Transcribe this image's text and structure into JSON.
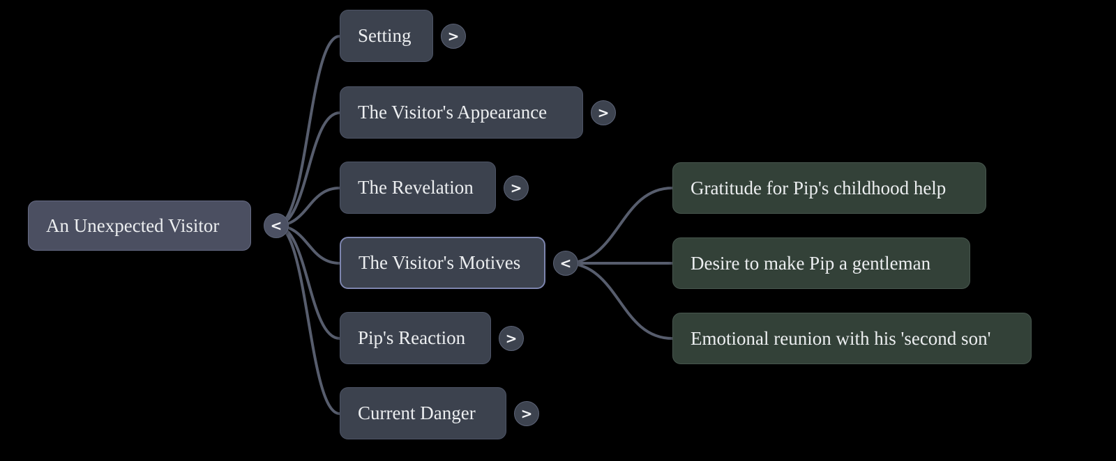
{
  "colors": {
    "bg": "#000000",
    "root-fill": "#4b4f61",
    "root-border": "#666b85",
    "branch-fill": "#3c424e",
    "branch-border": "#4d5466",
    "selected-border": "#7d85ae",
    "leaf-fill": "#334138",
    "leaf-border": "#47564e",
    "link": "#575d6d",
    "text": "#eceef0",
    "toggle-glyph": "#f3f4f6",
    "toggle-border": "#5c6377",
    "root-toggle-fill": "#4c5163",
    "branch-toggle-fill": "#3d434f"
  },
  "mindmap": {
    "root": {
      "label": "An Unexpected Visitor",
      "toggle": "<"
    },
    "branches": [
      {
        "label": "Setting",
        "toggle": ">",
        "expanded": false
      },
      {
        "label": "The Visitor's Appearance",
        "toggle": ">",
        "expanded": false
      },
      {
        "label": "The Revelation",
        "toggle": ">",
        "expanded": false
      },
      {
        "label": "The Visitor's Motives",
        "toggle": "<",
        "expanded": true,
        "children": [
          "Gratitude for Pip's childhood help",
          "Desire to make Pip a gentleman",
          "Emotional reunion with his 'second son'"
        ]
      },
      {
        "label": "Pip's Reaction",
        "toggle": ">",
        "expanded": false
      },
      {
        "label": "Current Danger",
        "toggle": ">",
        "expanded": false
      }
    ]
  }
}
